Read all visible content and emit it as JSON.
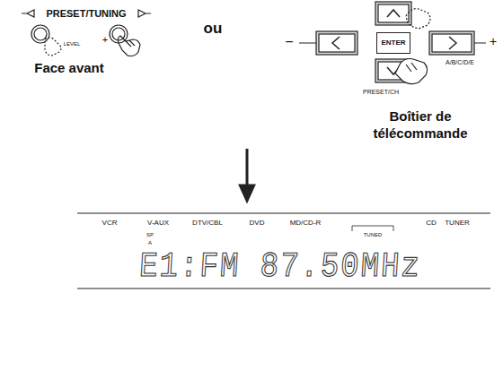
{
  "diagram": {
    "nodes": [
      {
        "text": [
          "ENTER"
        ]
      }
    ],
    "labels": [
      "PRESET/TUNING",
      "LEVEL",
      "+",
      "Face avant",
      "ou",
      "−",
      "+",
      "A/B/C/D/E",
      "PRESET/CH",
      "Boîtier de télécommande",
      "VCR",
      "V-AUX",
      "DTV/CBL",
      "DVD",
      "MD/CD-R",
      "CD",
      "TUNER",
      "TUNED",
      "SP",
      "A",
      "E1:FM 87.50MHz"
    ]
  }
}
